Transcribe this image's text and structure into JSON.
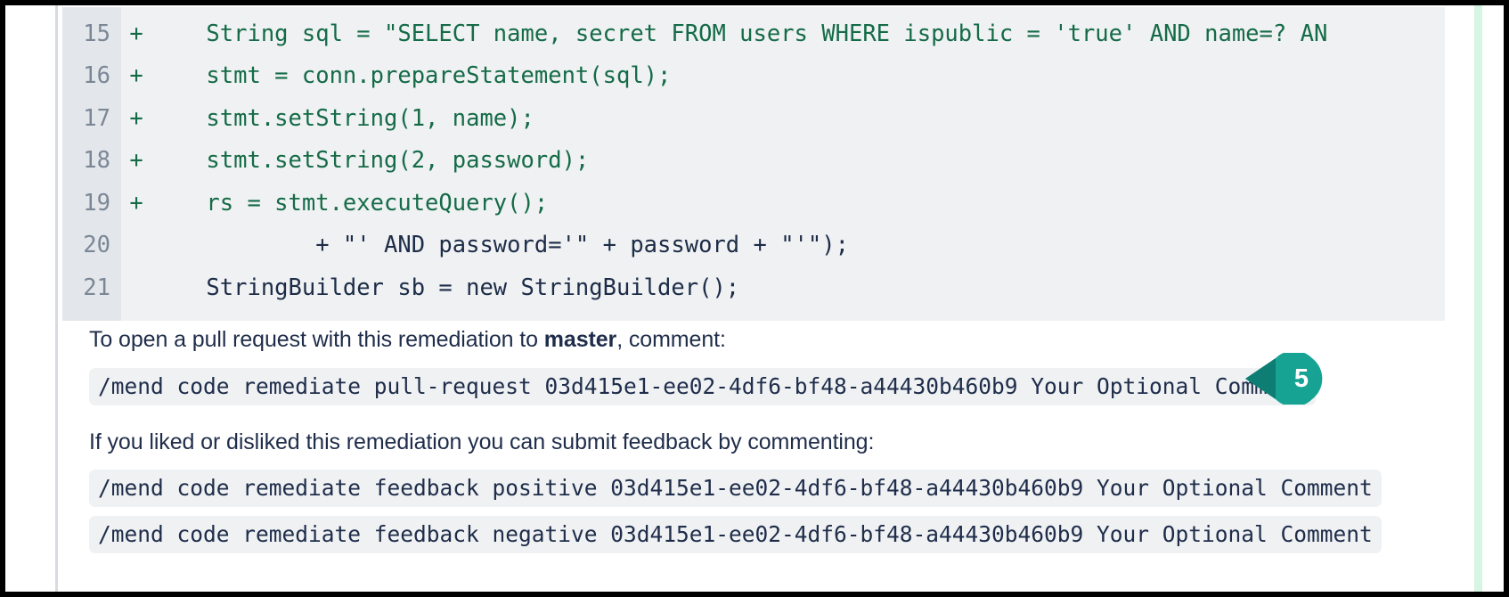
{
  "theme": {
    "frame_color": "#000000",
    "page_bg": "#ffffff",
    "code_bg": "#eff1f3",
    "gutter_bg": "#e3e6ea",
    "added_text": "#156b47",
    "context_text": "#1d2c47",
    "line_number": "#7c8796",
    "accent_teal": "#16a394",
    "accent_teal_dark": "#0e7d74",
    "rail_highlight": "#d6f5e3"
  },
  "diff": {
    "lines": [
      {
        "number": "15",
        "marker": "+",
        "type": "added",
        "text": "    String sql = \"SELECT name, secret FROM users WHERE ispublic = 'true' AND name=? AN"
      },
      {
        "number": "16",
        "marker": "+",
        "type": "added",
        "text": "    stmt = conn.prepareStatement(sql);"
      },
      {
        "number": "17",
        "marker": "+",
        "type": "added",
        "text": "    stmt.setString(1, name);"
      },
      {
        "number": "18",
        "marker": "+",
        "type": "added",
        "text": "    stmt.setString(2, password);"
      },
      {
        "number": "19",
        "marker": "+",
        "type": "added",
        "text": "    rs = stmt.executeQuery();"
      },
      {
        "number": "20",
        "marker": "",
        "type": "context",
        "text": "            + \"' AND password='\" + password + \"'\");"
      },
      {
        "number": "21",
        "marker": "",
        "type": "context",
        "text": "    StringBuilder sb = new StringBuilder();"
      }
    ]
  },
  "remediation": {
    "pull_request_prompt_before": "To open a pull request with this remediation to ",
    "pull_request_branch": "master",
    "pull_request_prompt_after": ", comment:",
    "pull_request_command": "/mend code remediate pull-request 03d415e1-ee02-4df6-bf48-a44430b460b9 Your Optional Comment",
    "feedback_prompt": "If you liked or disliked this remediation you can submit feedback by commenting:",
    "feedback_positive_command": "/mend code remediate feedback positive 03d415e1-ee02-4df6-bf48-a44430b460b9 Your Optional Comment",
    "feedback_negative_command": "/mend code remediate feedback negative 03d415e1-ee02-4df6-bf48-a44430b460b9 Your Optional Comment"
  },
  "callout": {
    "number": "5"
  }
}
